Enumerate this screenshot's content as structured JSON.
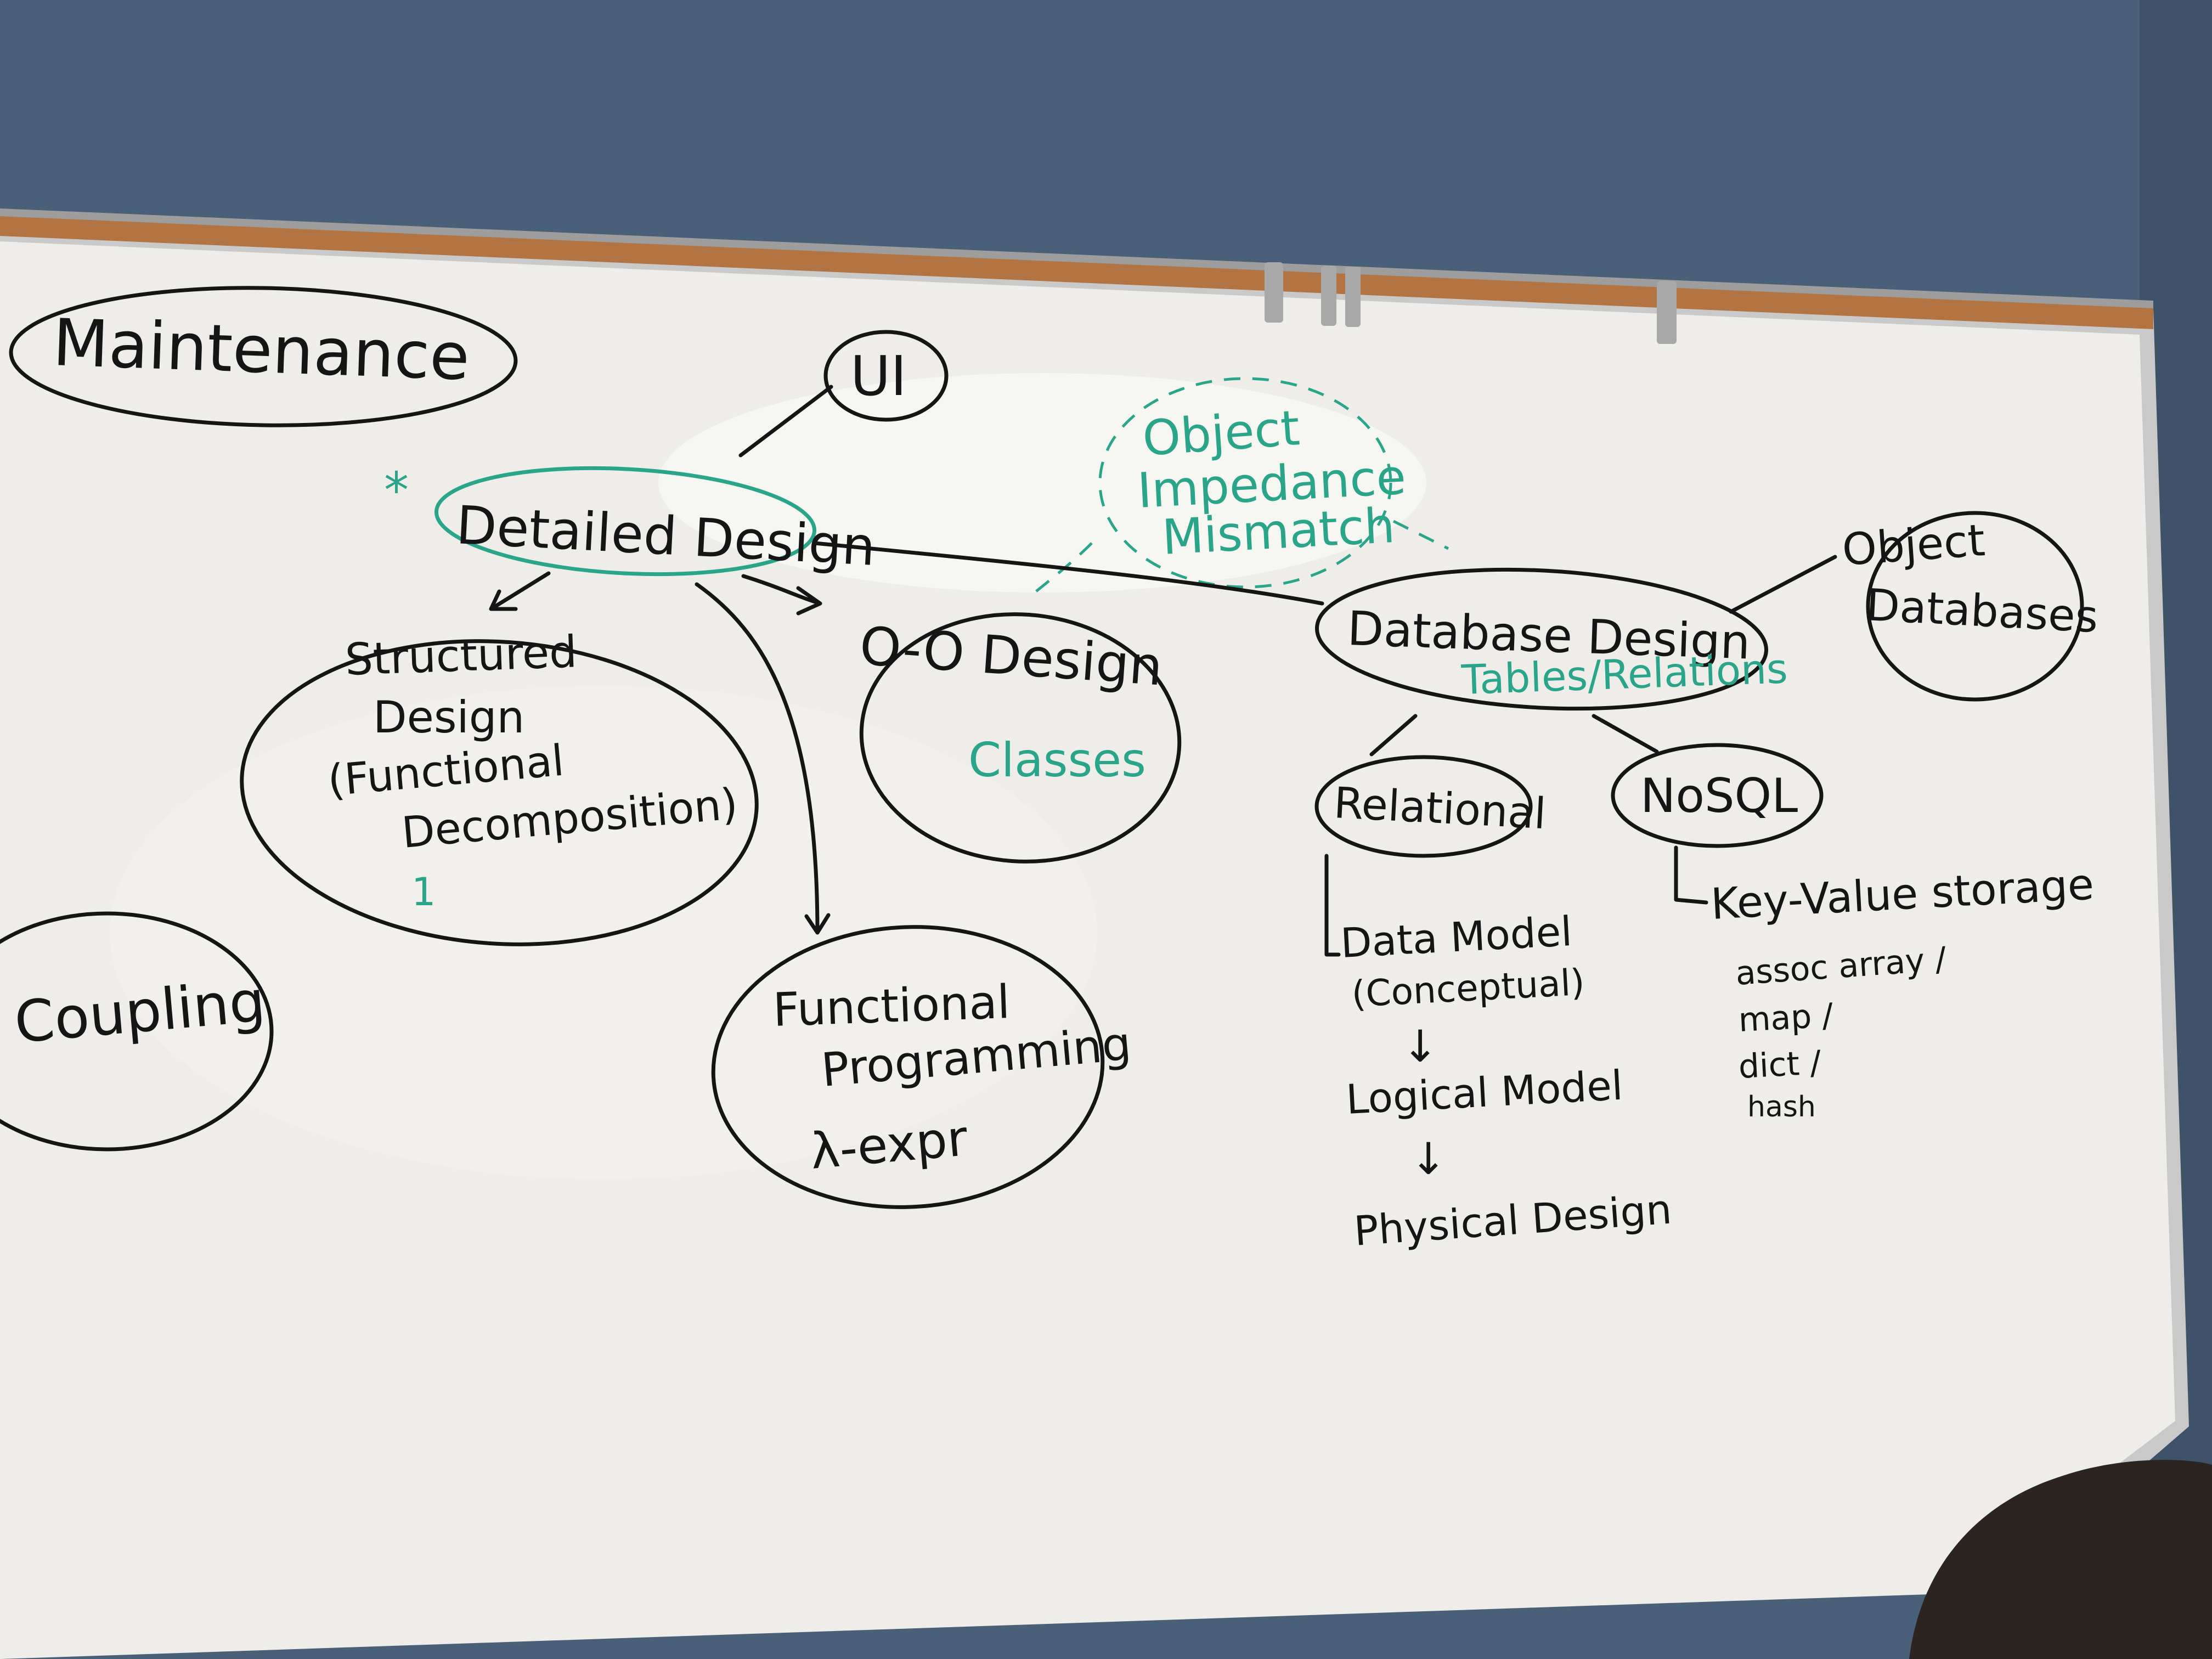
{
  "colors": {
    "wall": "#4a5f78",
    "board": "#eeede9",
    "frame": "#c9c9c9",
    "tray": "#b27443",
    "black_marker": "#151515",
    "green_marker": "#2aa58a",
    "chair": "#2b2420"
  },
  "whiteboard": {
    "nodes": {
      "maintenance": "Maintenance",
      "ui": "UI",
      "star": "*",
      "detailed_design": "Detailed Design",
      "object_impedance": [
        "Object",
        "Impedance",
        "Mismatch"
      ],
      "structured_design": [
        "Structured",
        "Design",
        "(Functional",
        "Decomposition)"
      ],
      "structured_note": "1",
      "oo_design": "O-O Design",
      "oo_note": "Classes",
      "database_design": "Database Design",
      "database_note": "Tables/Relations",
      "object_databases": [
        "Object",
        "Databases"
      ],
      "relational": "Relational",
      "nosql": "NoSQL",
      "functional_programming": [
        "Functional",
        "Programming"
      ],
      "lambda": "λ-expr",
      "coupling": "Coupling"
    },
    "relational_chain": [
      "Data Model",
      "(Conceptual)",
      "↓",
      "Logical Model",
      "↓",
      "Physical Design"
    ],
    "nosql_chain": {
      "heading": "Key-Value storage",
      "items": [
        "assoc array /",
        "map /",
        "dict /",
        "hash"
      ]
    }
  }
}
